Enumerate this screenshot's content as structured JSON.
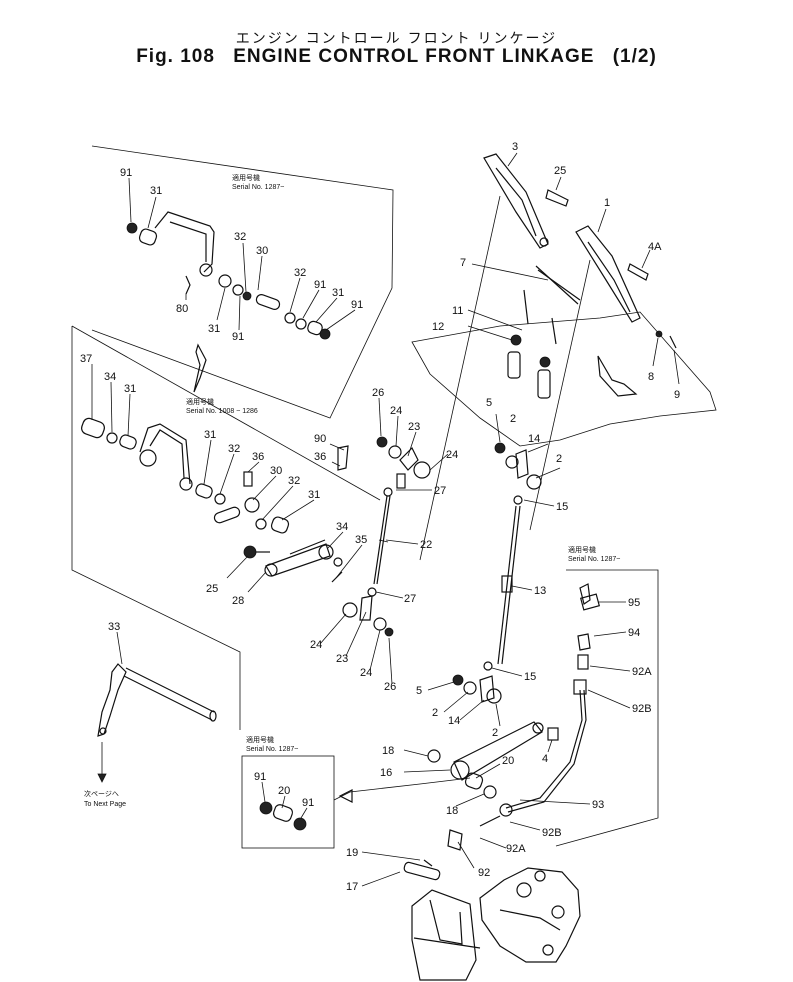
{
  "header": {
    "title_jp": "エンジン コントロール フロント リンケージ",
    "fig_label": "Fig. 108",
    "title_en": "ENGINE CONTROL FRONT LINKAGE",
    "page_fraction": "(1/2)"
  },
  "insets": {
    "top": {
      "serial_jp": "適用号機",
      "serial_en": "Serial No. 1287~"
    },
    "middle": {
      "serial_jp": "適用号機",
      "serial_en": "Serial No. 1008 ~ 1286"
    },
    "small": {
      "serial_jp": "適用号機",
      "serial_en": "Serial No. 1287~"
    },
    "right": {
      "serial_jp": "適用号機",
      "serial_en": "Serial No. 1287~"
    }
  },
  "next_page": {
    "jp": "次ページへ",
    "en": "To Next Page"
  },
  "callouts": [
    "91",
    "31",
    "32",
    "30",
    "80",
    "31",
    "91",
    "32",
    "91",
    "31",
    "91",
    "37",
    "34",
    "31",
    "31",
    "32",
    "36",
    "30",
    "32",
    "31",
    "34",
    "35",
    "25",
    "28",
    "33",
    "90",
    "36",
    "26",
    "24",
    "23",
    "24",
    "27",
    "22",
    "27",
    "24",
    "23",
    "24",
    "26",
    "3",
    "25",
    "1",
    "4A",
    "7",
    "11",
    "12",
    "8",
    "9",
    "5",
    "2",
    "14",
    "2",
    "15",
    "13",
    "15",
    "5",
    "2",
    "14",
    "2",
    "4",
    "18",
    "16",
    "20",
    "18",
    "91",
    "20",
    "91",
    "19",
    "17",
    "92",
    "92A",
    "92B",
    "93",
    "95",
    "94",
    "92A",
    "92B"
  ]
}
